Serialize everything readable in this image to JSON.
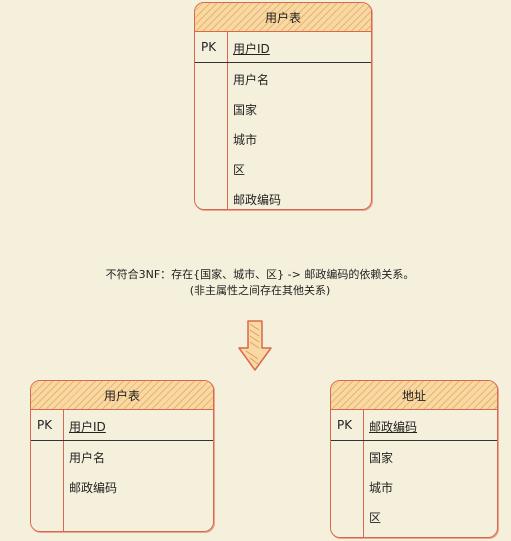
{
  "top_table": {
    "title": "用户表",
    "pk_label": "PK",
    "pk_field": "用户ID",
    "fields": [
      "用户名",
      "国家",
      "城市",
      "区",
      "邮政编码"
    ]
  },
  "note": {
    "line1": "不符合3NF：存在{国家、城市、区} -> 邮政编码的依赖关系。",
    "line2": "(非主属性之间存在其他关系)"
  },
  "bottom_left_table": {
    "title": "用户表",
    "pk_label": "PK",
    "pk_field": "用户ID",
    "fields": [
      "用户名",
      "邮政编码"
    ]
  },
  "bottom_right_table": {
    "title": "地址",
    "pk_label": "PK",
    "pk_field": "邮政编码",
    "fields": [
      "国家",
      "城市",
      "区"
    ]
  },
  "colors": {
    "border": "#d9694e",
    "header_fill": "#f8d9a4",
    "background": "#f5f0dc"
  }
}
